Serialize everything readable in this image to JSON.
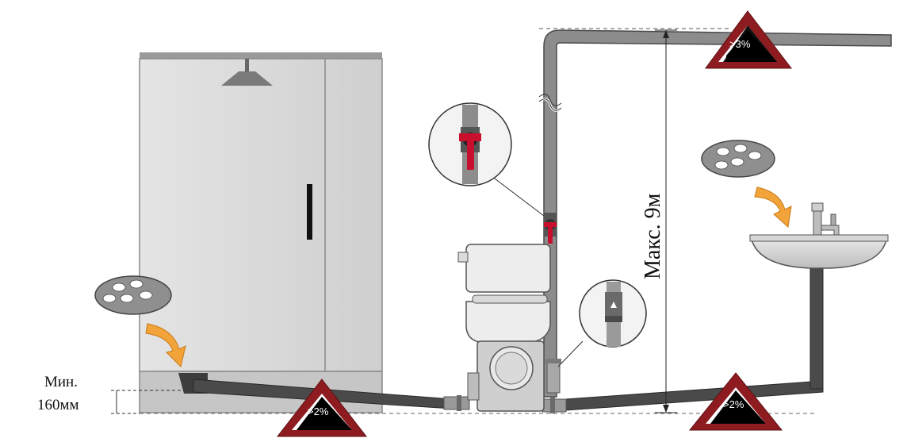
{
  "labels": {
    "min_height_line1": "Мин.",
    "min_height_line2": "160мм",
    "max_height": "Макс. 9м",
    "slope_top": ">3%",
    "slope_left": ">2%",
    "slope_right": ">2%"
  },
  "colors": {
    "pipe": "#4a4a4a",
    "pipe_grey": "#8c8c8c",
    "sign_red": "#8e1b1f",
    "arrow_orange": "#f2a33a",
    "valve_red": "#c8102e",
    "shower_panel": "#d9d9d9",
    "floor_grey": "#c6c6c6"
  },
  "icons": [
    "shower-head-icon",
    "drain-grate-icon",
    "flow-arrow-icon",
    "ball-valve-icon",
    "check-valve-icon",
    "slope-warning-icon",
    "faucet-icon"
  ]
}
